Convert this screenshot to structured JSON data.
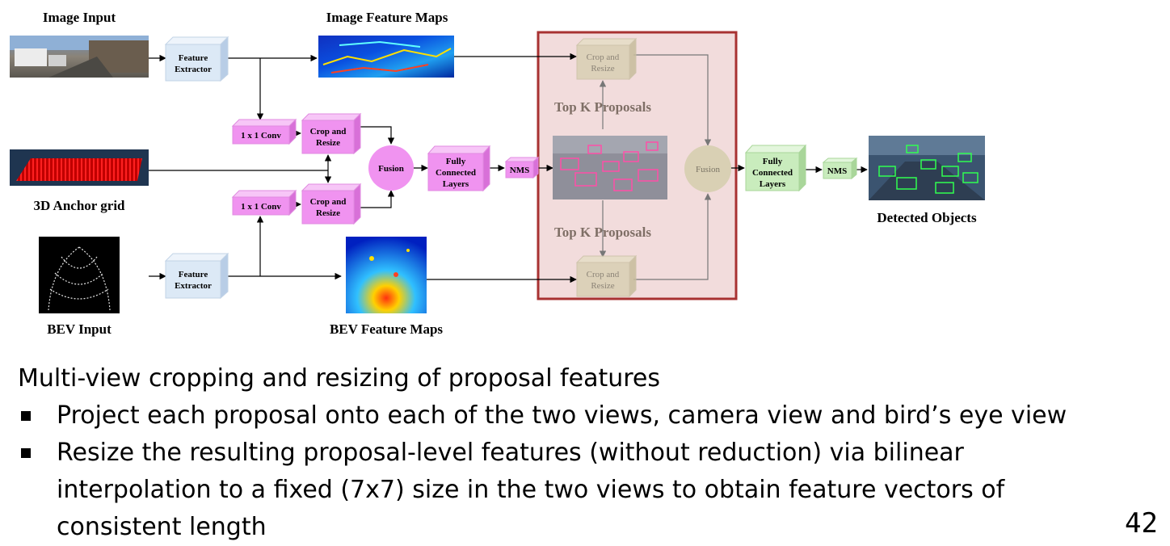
{
  "diagram": {
    "image_input_label": "Image Input",
    "image_feature_maps_label": "Image Feature Maps",
    "anchor_grid_label": "3D Anchor grid",
    "bev_input_label": "BEV Input",
    "bev_feature_maps_label": "BEV Feature Maps",
    "detected_objects_label": "Detected Objects",
    "feature_extractor_label": [
      "Feature",
      "Extractor"
    ],
    "conv_label": "1 x 1 Conv",
    "crop_resize_label": [
      "Crop and",
      "Resize"
    ],
    "fusion_label": "Fusion",
    "fc_label": [
      "Fully",
      "Connected",
      "Layers"
    ],
    "nms_label": "NMS",
    "top_k_label": "Top K Proposals",
    "colors": {
      "pink_block": "#f093f0",
      "blue_block": "#dce9f6",
      "green_block": "#c9ecbd",
      "highlight_border": "#a83232",
      "highlight_fill": "#f2dcdc",
      "faded_block": "#d9d0b4"
    }
  },
  "text": {
    "heading": "Multi-view cropping and resizing of proposal features",
    "bullets": [
      "Project each proposal onto each of the two views, camera view and bird’s eye view",
      "Resize the resulting proposal-level features (without reduction) via bilinear interpolation to a fixed (7x7) size in the two views to obtain feature vectors of consistent length"
    ]
  },
  "page_number": "42"
}
